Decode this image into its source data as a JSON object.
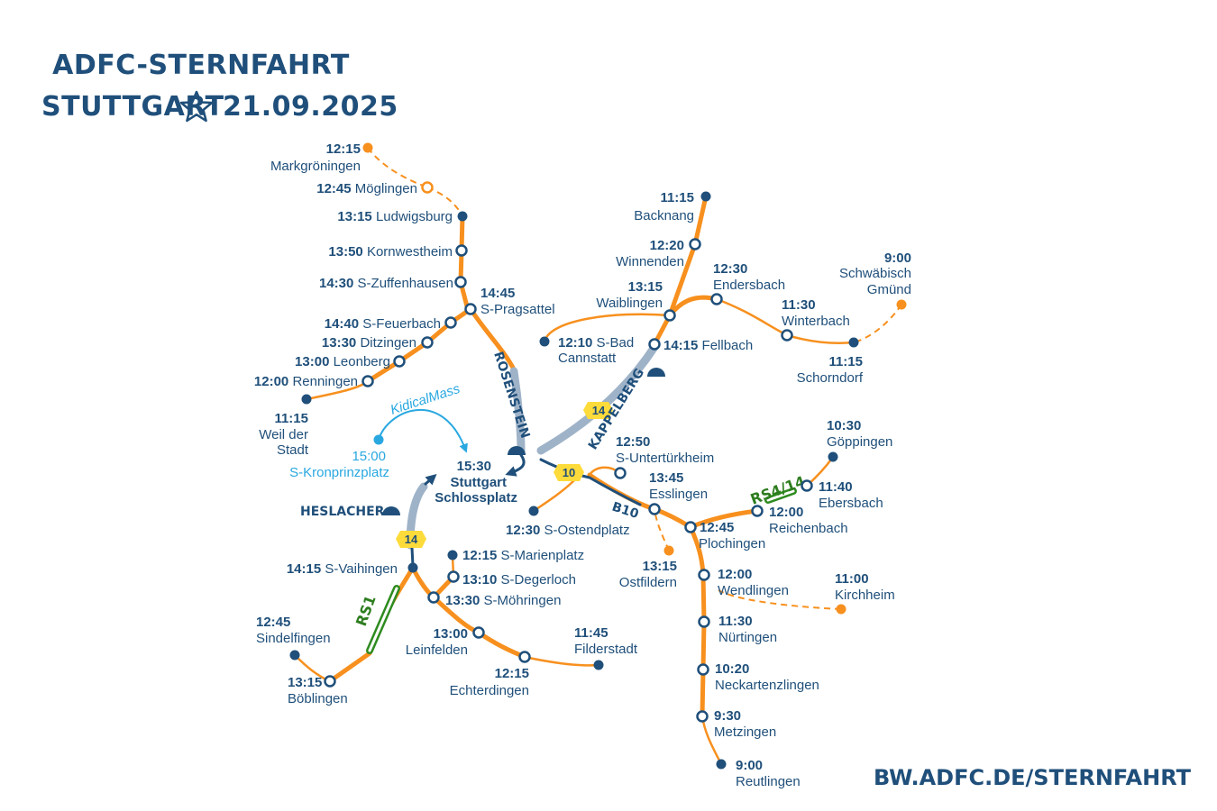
{
  "title": {
    "line1": "ADFC-STERNFAHRT",
    "line2": "STUTTGART",
    "date": "21.09.2025"
  },
  "url": "BW.ADFC.DE/STERNFAHRT",
  "colors": {
    "route": "#f7901e",
    "text": "#1f4f7a",
    "tunnel": "#9fb3c8",
    "kidical": "#29a8e0",
    "rs": "#2e8b1f",
    "badge": "#fddb3a"
  },
  "stations": [
    {
      "id": "markgroeningen",
      "time": "12:15",
      "name": "Markgröningen"
    },
    {
      "id": "moeglingen",
      "time": "12:45",
      "name": "Möglingen"
    },
    {
      "id": "ludwigsburg",
      "time": "13:15",
      "name": "Ludwigsburg"
    },
    {
      "id": "kornwestheim",
      "time": "13:50",
      "name": "Kornwestheim"
    },
    {
      "id": "zuffenhausen",
      "time": "14:30",
      "name": "S-Zuffenhausen"
    },
    {
      "id": "pragsattel",
      "time": "14:45",
      "name": "S-Pragsattel"
    },
    {
      "id": "feuerbach",
      "time": "14:40",
      "name": "S-Feuerbach"
    },
    {
      "id": "ditzingen",
      "time": "13:30",
      "name": "Ditzingen"
    },
    {
      "id": "leonberg",
      "time": "13:00",
      "name": "Leonberg"
    },
    {
      "id": "renningen",
      "time": "12:00",
      "name": "Renningen"
    },
    {
      "id": "weil",
      "time": "11:15",
      "name": "Weil der Stadt"
    },
    {
      "id": "kronprinz",
      "time": "15:00",
      "name": "S-Kronprinzplatz"
    },
    {
      "id": "schlossplatz",
      "time": "15:30",
      "name": "Stuttgart Schlossplatz"
    },
    {
      "id": "backnang",
      "time": "11:15",
      "name": "Backnang"
    },
    {
      "id": "winnenden",
      "time": "12:20",
      "name": "Winnenden"
    },
    {
      "id": "endersbach",
      "time": "12:30",
      "name": "Endersbach"
    },
    {
      "id": "gmuend",
      "time": "9:00",
      "name": "Schwäbisch Gmünd"
    },
    {
      "id": "waiblingen",
      "time": "13:15",
      "name": "Waiblingen"
    },
    {
      "id": "winterbach",
      "time": "11:30",
      "name": "Winterbach"
    },
    {
      "id": "cannstatt",
      "time": "12:10",
      "name": "S-Bad Cannstatt"
    },
    {
      "id": "fellbach",
      "time": "14:15",
      "name": "Fellbach"
    },
    {
      "id": "schorndorf",
      "time": "11:15",
      "name": "Schorndorf"
    },
    {
      "id": "untertuerkheim",
      "time": "12:50",
      "name": "S-Untertürkheim"
    },
    {
      "id": "goeppingen",
      "time": "10:30",
      "name": "Göppingen"
    },
    {
      "id": "esslingen",
      "time": "13:45",
      "name": "Esslingen"
    },
    {
      "id": "ebersbach",
      "time": "11:40",
      "name": "Ebersbach"
    },
    {
      "id": "reichenbach",
      "time": "12:00",
      "name": "Reichenbach"
    },
    {
      "id": "ostendplatz",
      "time": "12:30",
      "name": "S-Ostendplatz"
    },
    {
      "id": "plochingen",
      "time": "12:45",
      "name": "Plochingen"
    },
    {
      "id": "ostfildern",
      "time": "13:15",
      "name": "Ostfildern"
    },
    {
      "id": "wendlingen",
      "time": "12:00",
      "name": "Wendlingen"
    },
    {
      "id": "kirchheim",
      "time": "11:00",
      "name": "Kirchheim"
    },
    {
      "id": "nuertingen",
      "time": "11:30",
      "name": "Nürtingen"
    },
    {
      "id": "neckartenzlingen",
      "time": "10:20",
      "name": "Neckartenzlingen"
    },
    {
      "id": "metzingen",
      "time": "9:30",
      "name": "Metzingen"
    },
    {
      "id": "reutlingen",
      "time": "9:00",
      "name": "Reutlingen"
    },
    {
      "id": "marienplatz",
      "time": "12:15",
      "name": "S-Marienplatz"
    },
    {
      "id": "degerloch",
      "time": "13:10",
      "name": "S-Degerloch"
    },
    {
      "id": "moehringen",
      "time": "13:30",
      "name": "S-Möhringen"
    },
    {
      "id": "vaihingen",
      "time": "14:15",
      "name": "S-Vaihingen"
    },
    {
      "id": "leinfelden",
      "time": "13:00",
      "name": "Leinfelden"
    },
    {
      "id": "filderstadt",
      "time": "11:45",
      "name": "Filderstadt"
    },
    {
      "id": "echterdingen",
      "time": "12:15",
      "name": "Echterdingen"
    },
    {
      "id": "sindelfingen",
      "time": "12:45",
      "name": "Sindelfingen"
    },
    {
      "id": "boeblingen",
      "time": "13:15",
      "name": "Böblingen"
    }
  ],
  "tunnels": {
    "rosenstein": "ROSENSTEIN",
    "kappelberg": "KAPPELBERG",
    "heslacher": "HESLACHER"
  },
  "roads": {
    "b10": "B10"
  },
  "badges": {
    "b14_north": "14",
    "b10": "10",
    "b14_south": "14"
  },
  "cycleways": {
    "rs1": "RS1",
    "rs414": "RS4/14"
  },
  "kidical": "KidicalMass"
}
